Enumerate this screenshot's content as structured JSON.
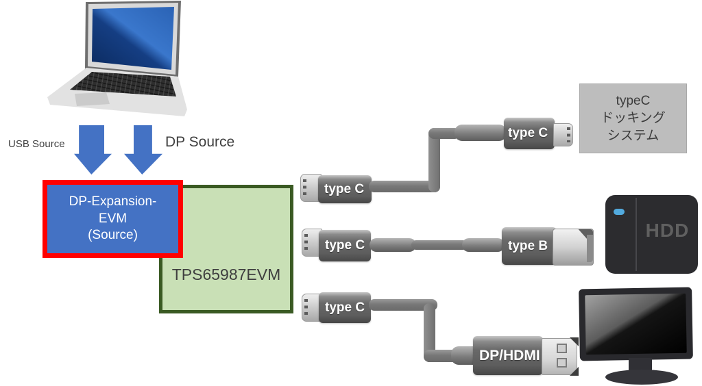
{
  "colors": {
    "accent_blue": "#4472c4",
    "highlight_red": "#ff0000",
    "evm_green_fill": "#c9e0b6",
    "evm_green_border": "#3a5a23",
    "dock_gray": "#bdbdbd",
    "hdd_led_blue": "#52aade"
  },
  "arrows": {
    "usb_label": "USB Source",
    "dp_label": "DP Source"
  },
  "source_box": {
    "lines": [
      "DP-Expansion-",
      "EVM",
      "(Source)"
    ]
  },
  "evm_box": {
    "label": "TPS65987EVM"
  },
  "cables": [
    {
      "from_label": "type C",
      "to_label": "type C"
    },
    {
      "from_label": "type C",
      "to_label": "type B"
    },
    {
      "from_label": "type C",
      "to_label": "DP/HDMI"
    }
  ],
  "dock_box": {
    "lines": [
      "typeC",
      "ドッキング",
      "システム"
    ]
  },
  "hdd": {
    "label": "HDD"
  },
  "icons": {
    "laptop": "laptop-illustration",
    "monitor": "monitor-illustration",
    "hdd": "hdd-illustration"
  }
}
